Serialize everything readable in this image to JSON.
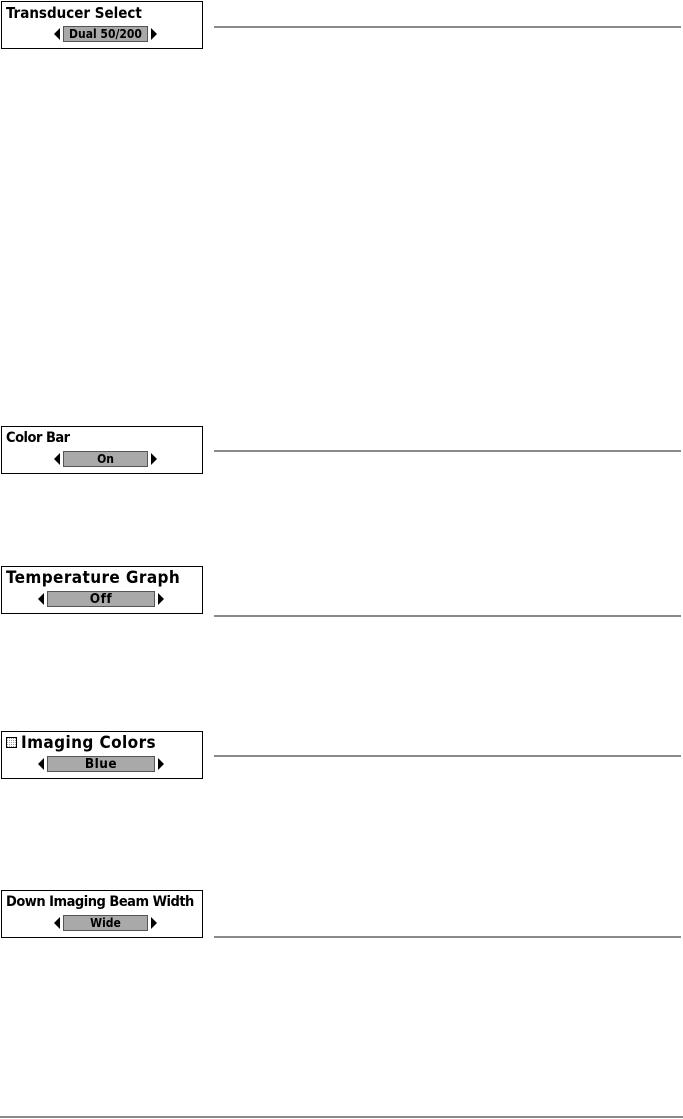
{
  "menus": {
    "transducer_select": {
      "title": "Transducer Select",
      "value": "Dual 50/200"
    },
    "color_bar": {
      "title": "Color Bar",
      "value": "On"
    },
    "temperature_graph": {
      "title": "Temperature Graph",
      "value": "Off"
    },
    "imaging_colors": {
      "title": "Imaging Colors",
      "value": "Blue",
      "icon": "down-imaging-icon"
    },
    "down_imaging_beam_width": {
      "title": "Down Imaging Beam Width",
      "value": "Wide"
    }
  }
}
